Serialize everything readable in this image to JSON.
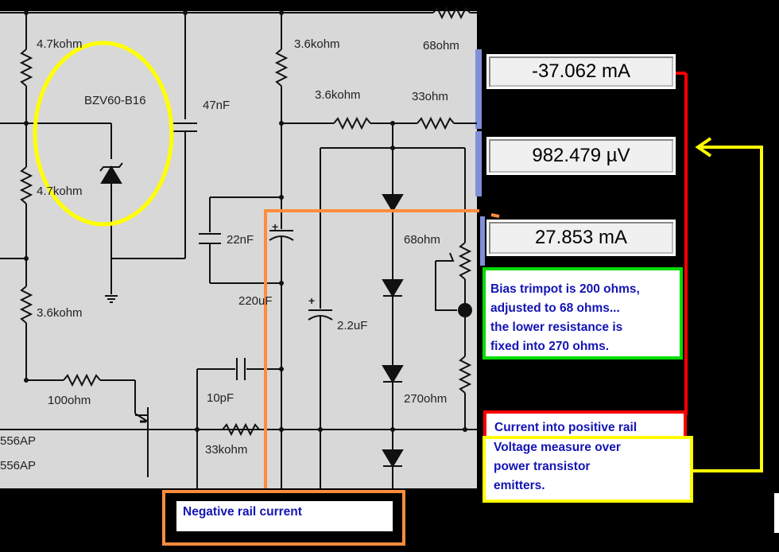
{
  "components": {
    "r_top_left": "4.7kohm",
    "r_mid_left": "4.7kohm",
    "r_low_left": "3.6kohm",
    "r_base": "100ohm",
    "zener": "BZV60-B16",
    "c_47n": "47nF",
    "r_top_mid": "3.6kohm",
    "r_mid_mid": "3.6kohm",
    "r_68_top": "68ohm",
    "r_33": "33ohm",
    "c_22n": "22nF",
    "c_220u": "220uF",
    "c_2u2": "2.2uF",
    "r_68_trim": "68ohm",
    "c_10p": "10pF",
    "r_33k": "33kohm",
    "r_270": "270ohm",
    "part_a": "556AP",
    "part_b": "556AP"
  },
  "meters": {
    "positive_current": "-37.062 mA",
    "emitter_voltage": "982.479 µV",
    "negative_current": "27.853 mA"
  },
  "annotations": {
    "bias_note": [
      "Bias trimpot is 200 ohms,",
      "adjusted to 68 ohms...",
      "the lower resistance is",
      "fixed into 270 ohms."
    ],
    "positive_rail": "Current into positive rail",
    "voltage_note": [
      "Voltage measure over",
      "power transistor",
      "emitters."
    ],
    "negative_rail": "Negative rail current"
  },
  "colors": {
    "schematic_bg": "#d8d8d8",
    "yellow": "#ffff00",
    "red": "#ff0000",
    "orange": "#ff8c3c",
    "green": "#00dd00",
    "note_text": "#1414b4"
  }
}
